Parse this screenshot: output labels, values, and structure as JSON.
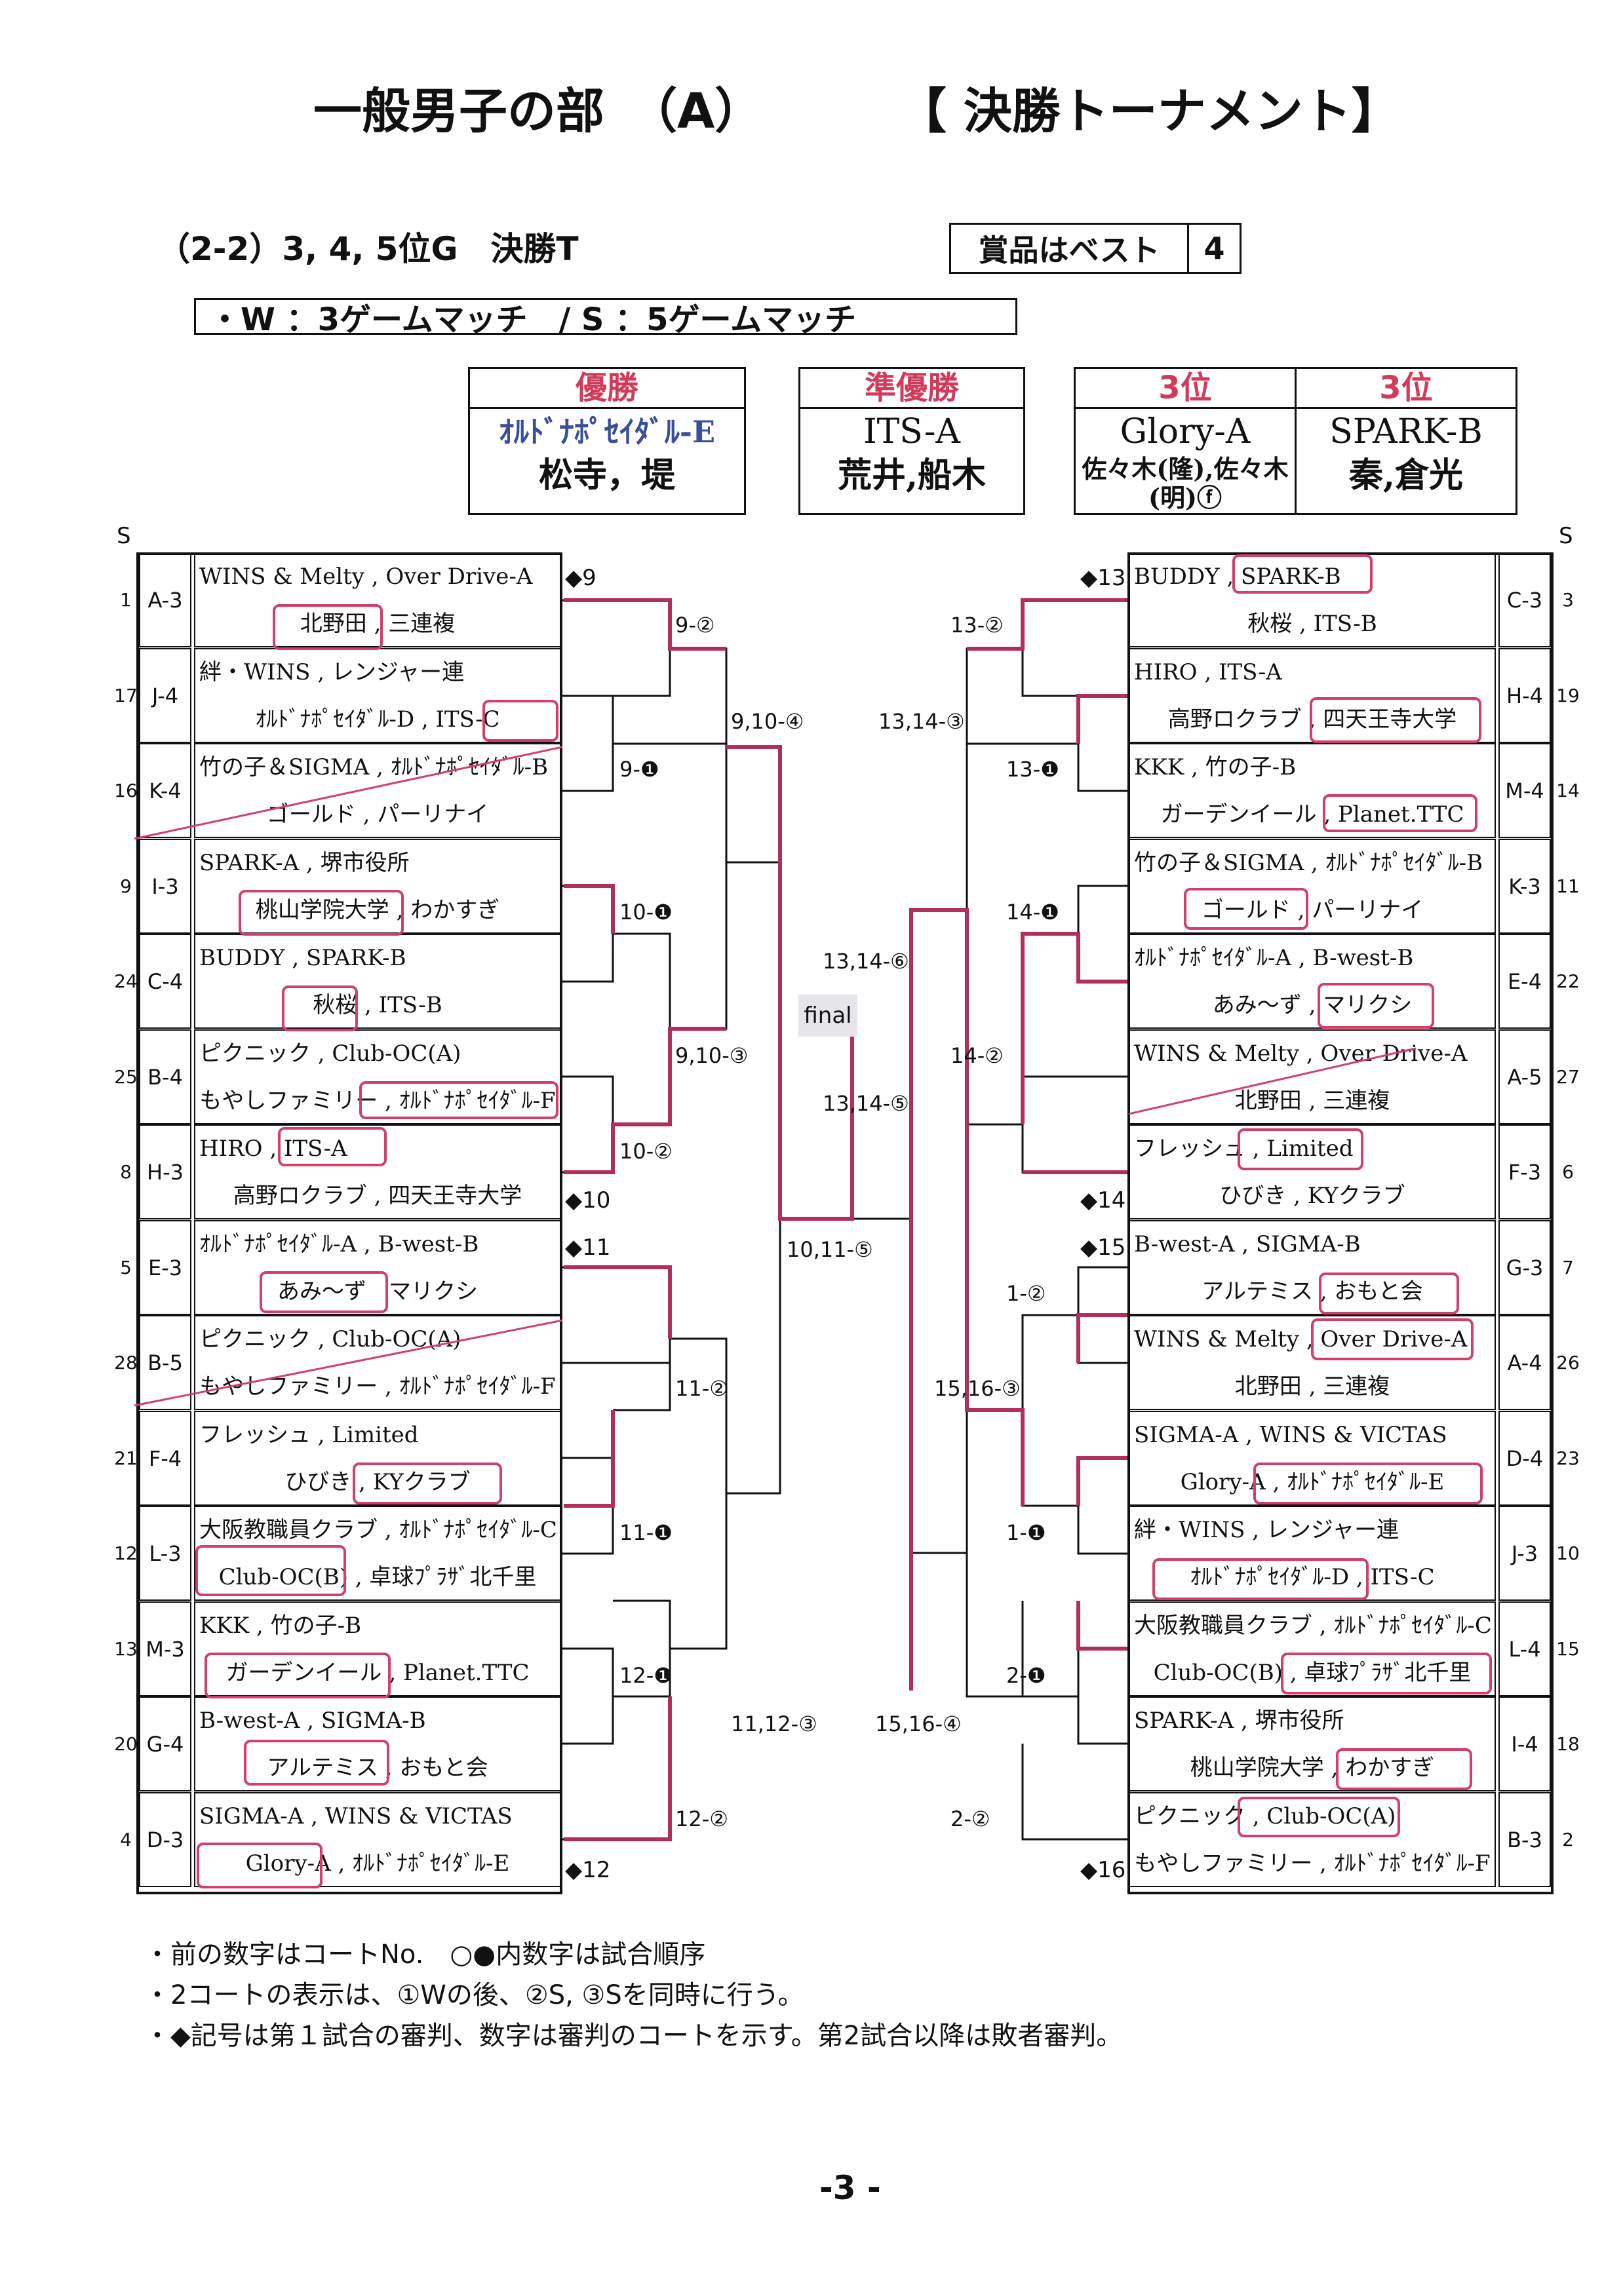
{
  "header": {
    "title_left": "一般男子の部　（A）",
    "title_right": "【 決勝トーナメント】"
  },
  "subheader": {
    "group": "（2-2）3, 4, 5位G　決勝T",
    "prize_label": "賞品はベスト",
    "prize_value": "4"
  },
  "rules": "・W ：3ゲームマッチ　/ S ：5ゲームマッチ",
  "results": [
    {
      "label": "優勝",
      "team": "ｵﾙﾄﾞﾅﾎﾟｾｲﾀﾞﾙ-E",
      "names": "松寺，堤"
    },
    {
      "label": "準優勝",
      "team": "ITS-A",
      "names": "荒井,船木"
    },
    {
      "label": "3位",
      "team": "Glory-A",
      "names": "佐々木(隆),佐々木(明)ⓕ"
    },
    {
      "label": "3位",
      "team": "SPARK-B",
      "names": "秦,倉光"
    }
  ],
  "s_label": "S",
  "left_blocks": [
    {
      "seed": "1",
      "code": "A-3",
      "line1": "WINS & Melty , Over Drive-A",
      "line2": "北野田 , 三連複"
    },
    {
      "seed": "17",
      "code": "J-4",
      "line1": "絆・WINS , レンジャー連",
      "line2": "ｵﾙﾄﾞﾅﾎﾟｾｲﾀﾞﾙ-D , ITS-C"
    },
    {
      "seed": "16",
      "code": "K-4",
      "line1": "竹の子＆SIGMA , ｵﾙﾄﾞﾅﾎﾟｾｲﾀﾞﾙ-B",
      "line2": "ゴールド , パーリナイ"
    },
    {
      "seed": "9",
      "code": "I-3",
      "line1": "SPARK-A , 堺市役所",
      "line2": "桃山学院大学 , わかすぎ"
    },
    {
      "seed": "24",
      "code": "C-4",
      "line1": "BUDDY , SPARK-B",
      "line2": "秋桜 , ITS-B"
    },
    {
      "seed": "25",
      "code": "B-4",
      "line1": "ピクニック , Club-OC(A)",
      "line2": "もやしファミリー , ｵﾙﾄﾞﾅﾎﾟｾｲﾀﾞﾙ-F"
    },
    {
      "seed": "8",
      "code": "H-3",
      "line1": "HIRO , ITS-A",
      "line2": "高野ロクラブ , 四天王寺大学"
    },
    {
      "seed": "5",
      "code": "E-3",
      "line1": "ｵﾙﾄﾞﾅﾎﾟｾｲﾀﾞﾙ-A , B-west-B",
      "line2": "あみ～ず　マリクシ"
    },
    {
      "seed": "28",
      "code": "B-5",
      "line1": "ピクニック , Club-OC(A)",
      "line2": "もやしファミリー , ｵﾙﾄﾞﾅﾎﾟｾｲﾀﾞﾙ-F"
    },
    {
      "seed": "21",
      "code": "F-4",
      "line1": "フレッシュ , Limited",
      "line2": "ひびき , KYクラブ"
    },
    {
      "seed": "12",
      "code": "L-3",
      "line1": "大阪教職員クラブ , ｵﾙﾄﾞﾅﾎﾟｾｲﾀﾞﾙ-C",
      "line2": "Club-OC(B) , 卓球ﾌﾟﾗｻﾞ北千里"
    },
    {
      "seed": "13",
      "code": "M-3",
      "line1": "KKK , 竹の子-B",
      "line2": "ガーデンイール , Planet.TTC"
    },
    {
      "seed": "20",
      "code": "G-4",
      "line1": "B-west-A , SIGMA-B",
      "line2": "アルテミス , おもと会"
    },
    {
      "seed": "4",
      "code": "D-3",
      "line1": "SIGMA-A , WINS & VICTAS",
      "line2": "Glory-A , ｵﾙﾄﾞﾅﾎﾟｾｲﾀﾞﾙ-E"
    }
  ],
  "right_blocks": [
    {
      "seed": "3",
      "code": "C-3",
      "line1": "BUDDY , SPARK-B",
      "line2": "秋桜 , ITS-B"
    },
    {
      "seed": "19",
      "code": "H-4",
      "line1": "HIRO , ITS-A",
      "line2": "高野ロクラブ , 四天王寺大学"
    },
    {
      "seed": "14",
      "code": "M-4",
      "line1": "KKK , 竹の子-B",
      "line2": "ガーデンイール , Planet.TTC"
    },
    {
      "seed": "11",
      "code": "K-3",
      "line1": "竹の子＆SIGMA , ｵﾙﾄﾞﾅﾎﾟｾｲﾀﾞﾙ-B",
      "line2": "ゴールド , パーリナイ"
    },
    {
      "seed": "22",
      "code": "E-4",
      "line1": "ｵﾙﾄﾞﾅﾎﾟｾｲﾀﾞﾙ-A , B-west-B",
      "line2": "あみ～ず , マリクシ"
    },
    {
      "seed": "27",
      "code": "A-5",
      "line1": "WINS & Melty , Over Drive-A",
      "line2": "北野田 , 三連複"
    },
    {
      "seed": "6",
      "code": "F-3",
      "line1": "フレッシュ , Limited",
      "line2": "ひびき , KYクラブ"
    },
    {
      "seed": "7",
      "code": "G-3",
      "line1": "B-west-A , SIGMA-B",
      "line2": "アルテミス , おもと会"
    },
    {
      "seed": "26",
      "code": "A-4",
      "line1": "WINS & Melty , Over Drive-A",
      "line2": "北野田 , 三連複"
    },
    {
      "seed": "23",
      "code": "D-4",
      "line1": "SIGMA-A , WINS & VICTAS",
      "line2": "Glory-A , ｵﾙﾄﾞﾅﾎﾟｾｲﾀﾞﾙ-E"
    },
    {
      "seed": "10",
      "code": "J-3",
      "line1": "絆・WINS , レンジャー連",
      "line2": "ｵﾙﾄﾞﾅﾎﾟｾｲﾀﾞﾙ-D , ITS-C"
    },
    {
      "seed": "15",
      "code": "L-4",
      "line1": "大阪教職員クラブ , ｵﾙﾄﾞﾅﾎﾟｾｲﾀﾞﾙ-C",
      "line2": "Club-OC(B) , 卓球ﾌﾟﾗｻﾞ北千里"
    },
    {
      "seed": "18",
      "code": "I-4",
      "line1": "SPARK-A , 堺市役所",
      "line2": "桃山学院大学 , わかすぎ"
    },
    {
      "seed": "2",
      "code": "B-3",
      "line1": "ピクニック , Club-OC(A)",
      "line2": "もやしファミリー , ｵﾙﾄﾞﾅﾎﾟｾｲﾀﾞﾙ-F"
    }
  ],
  "judges": {
    "l9": "◆9",
    "l10": "◆10",
    "l11": "◆11",
    "l12": "◆12",
    "r13": "◆13",
    "r14": "◆14",
    "r15": "◆15",
    "r16": "◆16"
  },
  "match_labels": {
    "m9_2": "9-②",
    "m9_1": "9-❶",
    "m10_1": "10-❶",
    "m10_2": "10-②",
    "m910_4": "9,10-④",
    "m910_3": "9,10-③",
    "m11_2": "11-②",
    "m11_1": "11-❶",
    "m12_1": "12-❶",
    "m12_2": "12-②",
    "m1112_3": "11,12-③",
    "m1011_5": "10,11-⑤",
    "m13_2": "13-②",
    "m13_1": "13-❶",
    "m14_1": "14-❶",
    "m14_2": "14-②",
    "m1314_3": "13,14-③",
    "m1314_6": "13,14-⑥",
    "m1314_5": "13,14-⑤",
    "m1_2": "1-②",
    "m1_1": "1-❶",
    "m2_1": "2-❶",
    "m2_2": "2-②",
    "m1516_3": "15,16-③",
    "m1516_4": "15,16-④"
  },
  "final_label": "final",
  "notes": [
    "・前の数字はコートNo.　○●内数字は試合順序",
    "・2コートの表示は、①Wの後、②S, ③Sを同時に行う。",
    "・◆記号は第１試合の審判、数字は審判のコートを示す。第2試合以降は敗者審判。"
  ],
  "page_number": "-3 -"
}
